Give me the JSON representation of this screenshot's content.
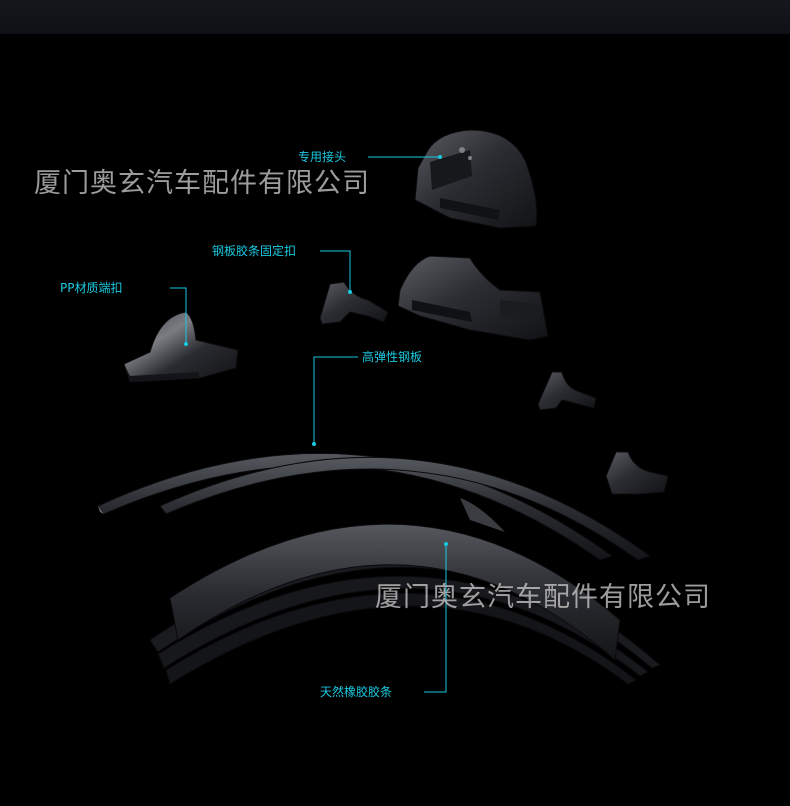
{
  "watermark": {
    "text": "厦门奥玄汽车配件有限公司"
  },
  "labels": {
    "connector": "专用接头",
    "clip": "钢板胶条固定扣",
    "end_cap": "PP材质端扣",
    "spring_steel": "高弹性钢板",
    "rubber_strip": "天然橡胶胶条"
  },
  "colors": {
    "accent": "#19c9e0",
    "background": "#000000",
    "part_dark": "#1d1e22",
    "part_light": "#4a4c52"
  }
}
